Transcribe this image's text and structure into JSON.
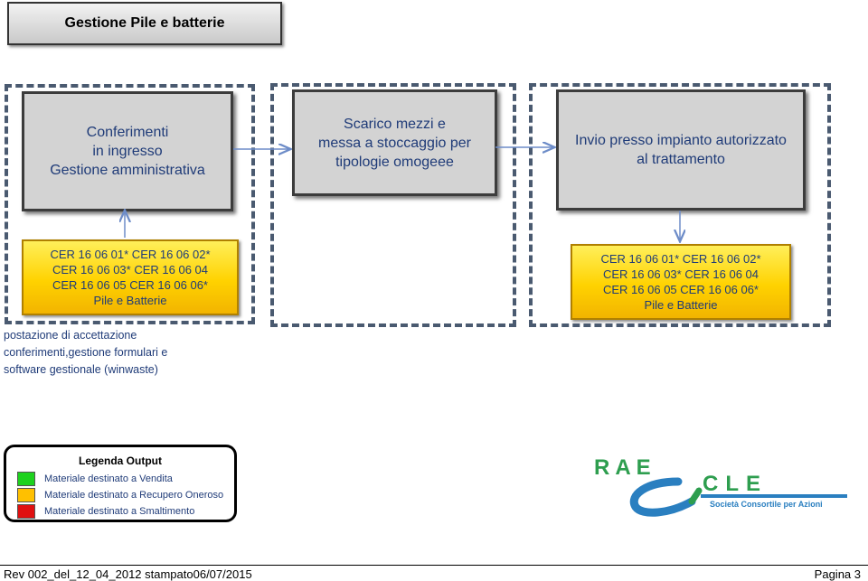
{
  "header": {
    "title": "Gestione Pile e batterie"
  },
  "process": [
    {
      "label": "Conferimenti\nin ingresso\nGestione amministrativa"
    },
    {
      "label": "Scarico mezzi e\nmessa a stoccaggio per\ntipologie omogeee"
    },
    {
      "label": "Invio presso impianto autorizzato\nal trattamento"
    }
  ],
  "waste_codes": {
    "input": "CER 16 06 01* CER 16 06 02*\nCER 16 06 03* CER 16 06 04\nCER 16 06 05 CER 16 06 06*\nPile e Batterie",
    "output": "CER 16 06 01* CER 16 06 02*\nCER 16 06 03* CER 16 06 04\nCER 16 06 05 CER 16 06 06*\nPile e Batterie"
  },
  "note": "postazione di accettazione conferimenti,gestione formulari e software gestionale (winwaste)",
  "legend": {
    "title": "Legenda Output",
    "items": [
      {
        "label": "Materiale destinato a Vendita",
        "color": "#1ed21e"
      },
      {
        "label": "Materiale destinato a  Recupero Oneroso",
        "color": "#ffc000"
      },
      {
        "label": "Materiale destinato a  Smaltimento",
        "color": "#e01010"
      }
    ]
  },
  "logo": {
    "text_top": "RAE",
    "text_bottom": "CLE",
    "tagline": "Società Consortile per Azioni"
  },
  "footer": {
    "left": "Rev 002_del_12_04_2012 stampato06/07/2015",
    "right": "Pagina 3"
  },
  "colors": {
    "accent": "#1f3b78",
    "highlight": "#ffd200",
    "box": "#d3d3d3",
    "dashed_border": "#4a5a70",
    "logo_green": "#2e9e4f",
    "logo_blue": "#2a7fc0"
  }
}
